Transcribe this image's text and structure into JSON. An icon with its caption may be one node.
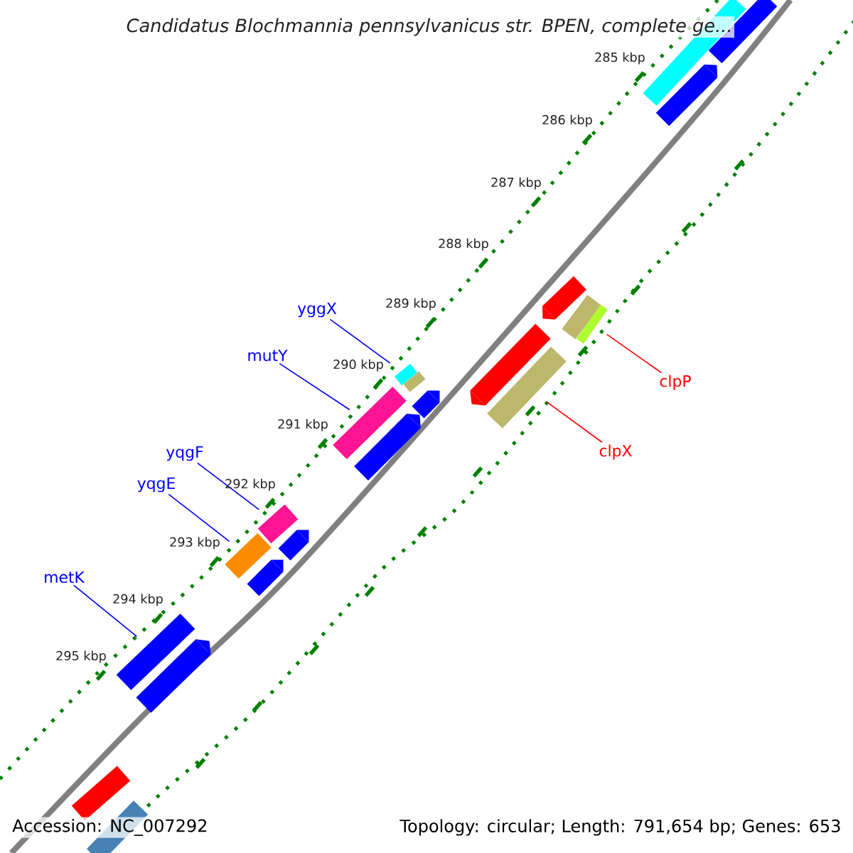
{
  "diagram": {
    "title": "Candidatus Blochmannia pennsylvanicus str. BPEN, complete ge...",
    "nodes": [
      {
        "text": [
          "yggX"
        ]
      },
      {
        "text": [
          "mutY"
        ]
      },
      {
        "text": [
          "clpP"
        ]
      },
      {
        "text": [
          "clpX"
        ]
      },
      {
        "text": [
          "yqgF"
        ]
      },
      {
        "text": [
          "yqgE"
        ]
      },
      {
        "text": [
          "metK"
        ]
      },
      {
        "text": [],
        "shape": "bar"
      },
      {
        "text": [],
        "shape": "bar"
      },
      {
        "text": [],
        "shape": "pentagon"
      },
      {
        "text": [],
        "shape": "pentagon"
      },
      {
        "text": [],
        "shape": "bar"
      },
      {
        "text": [],
        "shape": "bar"
      },
      {
        "text": [],
        "shape": "pentagon"
      },
      {
        "text": [],
        "shape": "bar"
      },
      {
        "text": [],
        "shape": "bar"
      },
      {
        "text": [],
        "shape": "bar"
      },
      {
        "text": [],
        "shape": "bar"
      },
      {
        "text": [],
        "shape": "pentagon"
      },
      {
        "text": [],
        "shape": "pentagon"
      },
      {
        "text": [],
        "shape": "bar"
      },
      {
        "text": [],
        "shape": "pentagon"
      },
      {
        "text": [],
        "shape": "bar"
      },
      {
        "text": [],
        "shape": "pentagon"
      },
      {
        "text": [],
        "shape": "bar"
      },
      {
        "text": [],
        "shape": "pentagon"
      },
      {
        "text": [],
        "shape": "bar"
      },
      {
        "text": [],
        "shape": "bar"
      }
    ],
    "edges": [
      {
        "from": 0,
        "to": 15,
        "arrow": "none"
      },
      {
        "from": 1,
        "to": 17,
        "arrow": "none"
      },
      {
        "from": 2,
        "to": 12,
        "arrow": "none",
        "color": "#ff0000"
      },
      {
        "from": 3,
        "to": 14,
        "arrow": "none",
        "color": "#ff0000"
      },
      {
        "from": 4,
        "to": 20,
        "arrow": "none"
      },
      {
        "from": 5,
        "to": 22,
        "arrow": "none"
      },
      {
        "from": 6,
        "to": 24,
        "arrow": "none"
      }
    ],
    "labels": [
      "285 kbp",
      "286 kbp",
      "287 kbp",
      "288 kbp",
      "289 kbp",
      "290 kbp",
      "291 kbp",
      "292 kbp",
      "293 kbp",
      "294 kbp",
      "295 kbp",
      "Accession: NC_007292",
      "Topology: circular; Length: 791,654 bp; Genes: 653"
    ]
  }
}
